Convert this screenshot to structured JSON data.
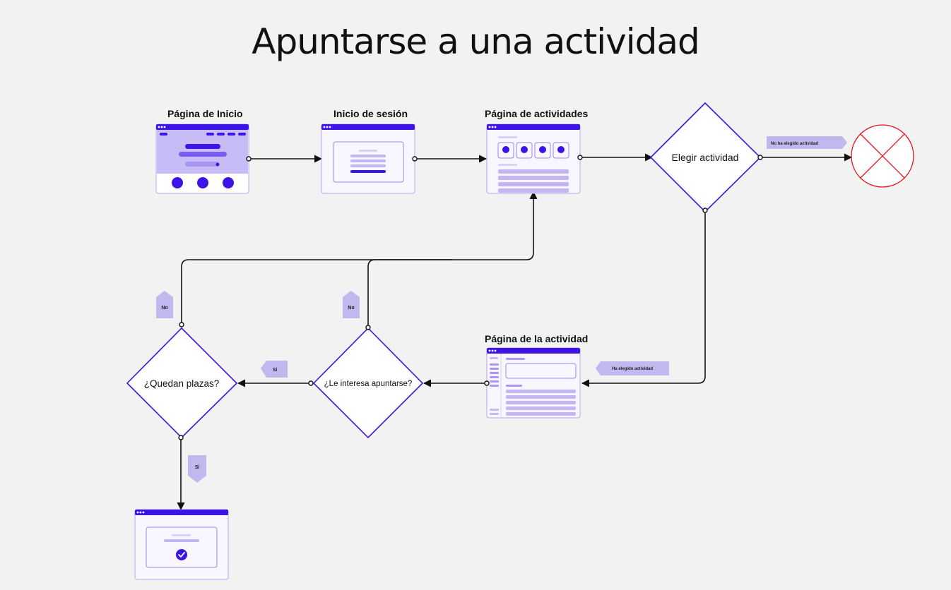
{
  "title": "Apuntarse a una actividad",
  "screens": {
    "home": "Página de Inicio",
    "login": "Inicio de sesión",
    "activities": "Página de actividades",
    "activity": "Página de la actividad"
  },
  "decisions": {
    "choose": "Elegir actividad",
    "interest": "¿Le interesa apuntarse?",
    "spots": "¿Quedan plazas?"
  },
  "tags": {
    "not_chosen": "No ha elegido actividad",
    "chosen": "Ha elegido actividad",
    "no_left": "No",
    "no_mid": "No",
    "yes_mid": "Sí",
    "yes_bottom": "Sí"
  },
  "colors": {
    "accent": "#3d13e8",
    "light": "#c8bcf7",
    "bar": "#b6a8f2",
    "bg": "#f2f2f2",
    "tag": "#c3b7ef",
    "end": "#e0141c"
  }
}
